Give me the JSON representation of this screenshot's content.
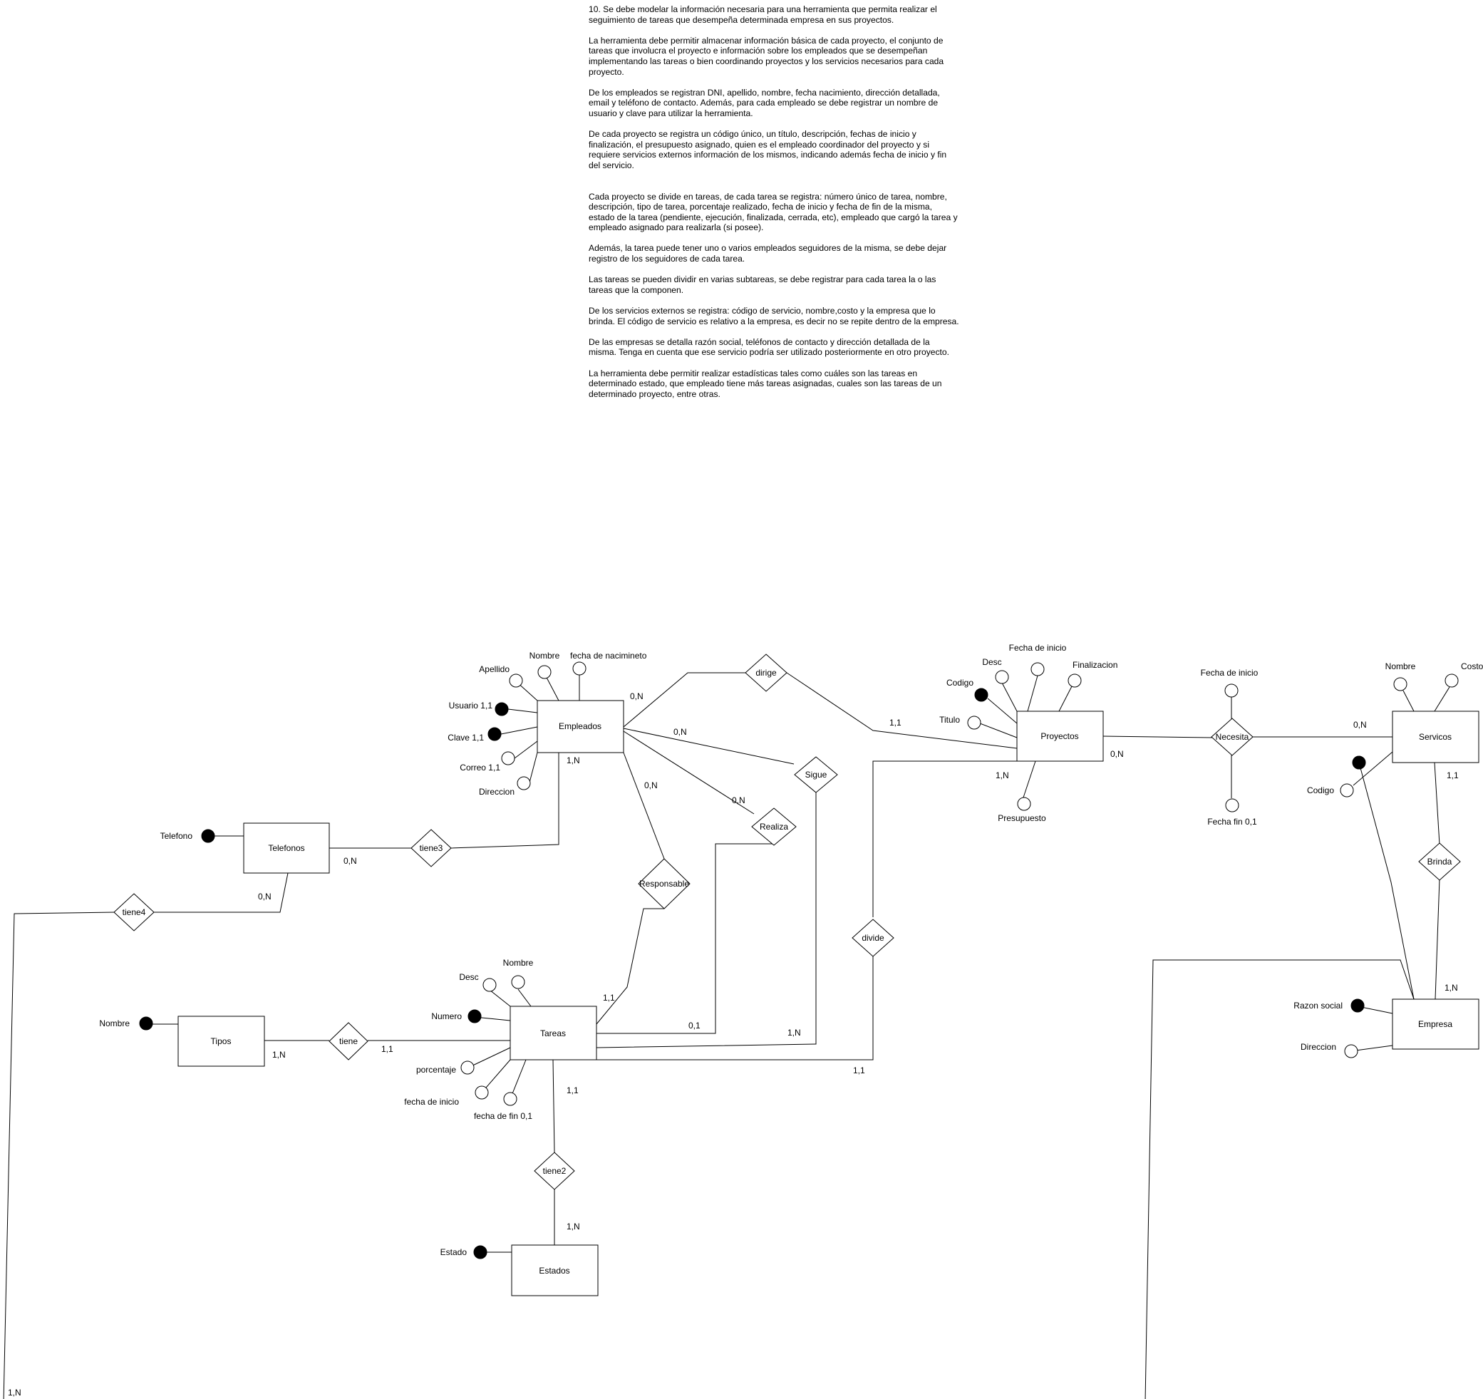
{
  "statement": {
    "paragraphs": [
      "10. Se debe modelar la información necesaria para una herramienta que permita realizar el seguimiento de tareas que desempeña determinada empresa en sus proyectos.",
      "La herramienta debe permitir almacenar información básica de cada proyecto, el conjunto de tareas que involucra el proyecto e información sobre los empleados que se desempeñan implementando las tareas o bien coordinando proyectos y los servicios necesarios para cada proyecto.",
      "De los empleados se registran DNI, apellido, nombre, fecha nacimiento, dirección detallada, email y teléfono de contacto. Además, para cada empleado se debe registrar un nombre de usuario y clave para utilizar la herramienta.",
      "De cada proyecto se registra un código único, un título, descripción, fechas de inicio y finalización, el presupuesto asignado, quien es el empleado coordinador del proyecto y si requiere servicios externos información de los mismos, indicando además fecha de inicio y fin del servicio.",
      "Cada proyecto se divide en tareas, de cada tarea se registra: número único de tarea, nombre, descripción, tipo de tarea, porcentaje realizado, fecha de inicio y fecha de fin de la misma, estado de la tarea (pendiente, ejecución, finalizada, cerrada, etc), empleado que cargó la tarea y empleado asignado para realizarla (si posee).",
      "Además, la tarea puede tener uno o varios empleados seguidores de la misma, se debe dejar registro de los seguidores de cada tarea.",
      "Las tareas se pueden dividir en varias subtareas, se debe registrar para cada tarea la o las tareas que la componen.",
      "De los servicios externos se registra: código de servicio, nombre,costo y la empresa que lo brinda. El código de servicio es relativo a la empresa, es decir no se repite dentro de la empresa.",
      "De las empresas se detalla razón social, teléfonos de contacto y dirección detallada de la misma. Tenga en cuenta que ese servicio podría ser utilizado posteriormente en otro proyecto.",
      "La herramienta debe permitir realizar estadísticas tales como cuáles son las tareas en determinado estado, que empleado tiene más tareas asignadas, cuales son las tareas de un determinado proyecto, entre otras."
    ]
  },
  "diagram": {
    "entities": {
      "empleados": "Empleados",
      "proyectos": "Proyectos",
      "servicios": "Servicos",
      "telefonos": "Telefonos",
      "tareas": "Tareas",
      "tipos": "Tipos",
      "estados": "Estados",
      "empresa": "Empresa"
    },
    "relationships": {
      "dirige": "dirige",
      "necesita": "Necesita",
      "sigue": "Sigue",
      "realiza": "Realiza",
      "responsable": "Responsable",
      "tiene3": "tiene3",
      "tiene4": "tiene4",
      "divide": "divide",
      "brinda": "Brinda",
      "tiene": "tiene",
      "tiene2": "tiene2"
    },
    "attributes": {
      "apellido": "Apellido",
      "nombre_emp": "Nombre",
      "fecha_nac": "fecha de nacimineto",
      "usuario": "Usuario 1,1",
      "clave": "Clave 1,1",
      "correo": "Correo 1,1",
      "direccion_emp": "Direccion",
      "fecha_inicio_proy": "Fecha de inicio",
      "desc_proy": "Desc",
      "finalizacion": "Finalizacion",
      "codigo_proy": "Codigo",
      "titulo": "Titulo",
      "presupuesto": "Presupuesto",
      "fecha_inicio_serv": "Fecha de inicio",
      "fecha_fin_serv": "Fecha fin 0,1",
      "nombre_serv": "Nombre",
      "costo": "Costo",
      "codigo_serv": "Codigo",
      "telefono": "Telefono",
      "desc_tarea": "Desc",
      "nombre_tarea": "Nombre",
      "numero": "Numero",
      "porcentaje": "porcentaje",
      "fecha_inicio_tarea": "fecha de inicio",
      "fecha_fin_tarea": "fecha de fin 0,1",
      "nombre_tipo": "Nombre",
      "estado": "Estado",
      "razon_social": "Razon social",
      "direccion_empresa": "Direccion"
    },
    "cardinalities": {
      "emp_dirige": "0,N",
      "proy_dirige": "1,1",
      "emp_sigue": "0,N",
      "emp_responsable": "0,N",
      "emp_realiza": "0,N",
      "emp_tiene3": "1,N",
      "tel_tiene3": "0,N",
      "tel_tiene4": "0,N",
      "empresa_tiene4": "1,N",
      "proy_necesita": "0,N",
      "serv_necesita": "0,N",
      "proy_divide": "1,N",
      "tarea_divide": "1,1",
      "serv_brinda": "1,1",
      "empresa_brinda": "1,N",
      "tarea_responsable": "1,1",
      "tarea_realiza": "0,1",
      "tarea_sigue": "1,N",
      "tipos_tiene": "1,N",
      "tarea_tiene": "1,1",
      "tarea_tiene2": "1,1",
      "estados_tiene2": "1,N"
    }
  }
}
